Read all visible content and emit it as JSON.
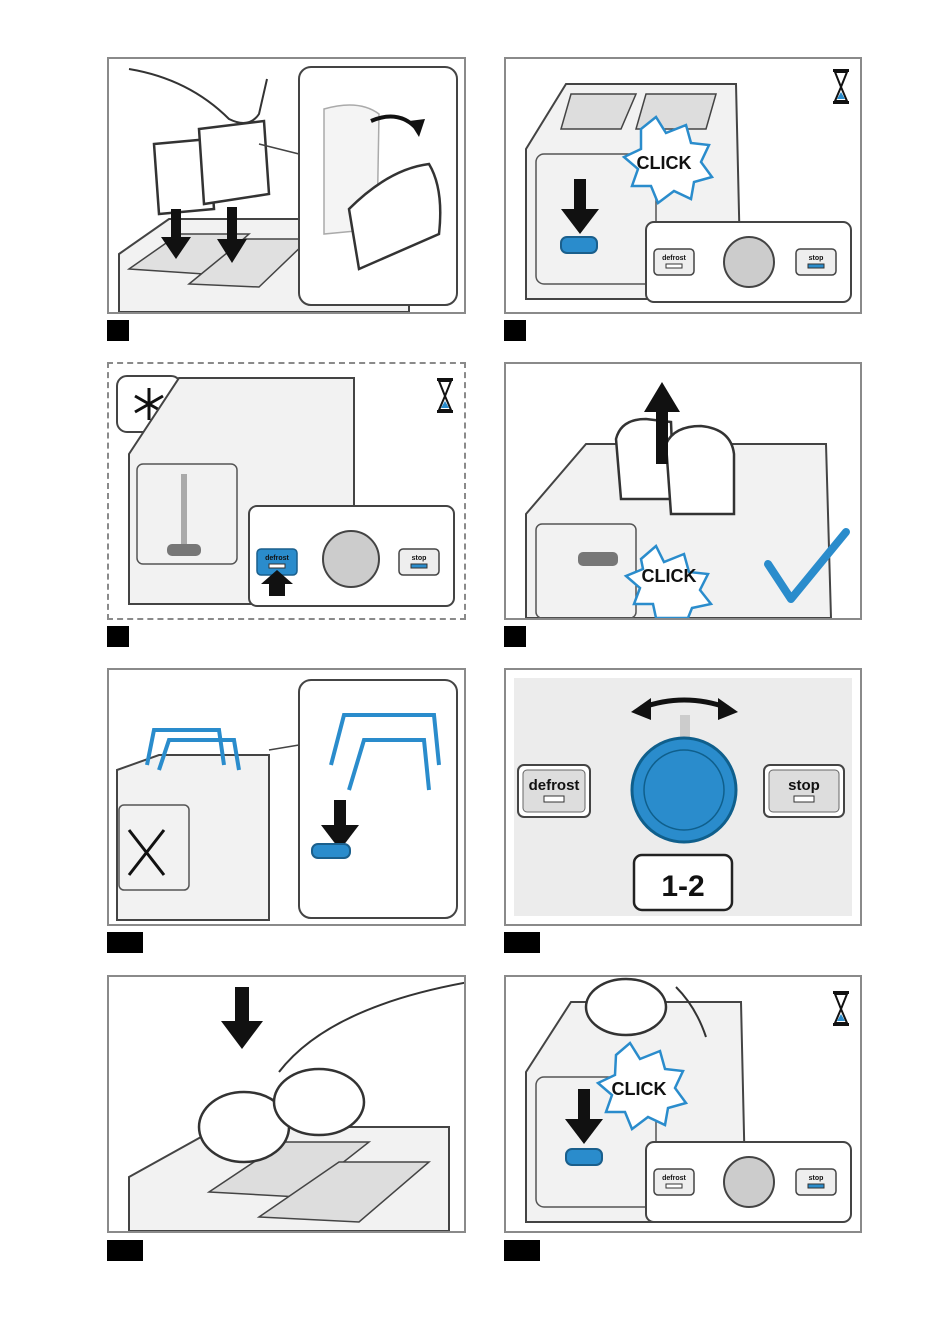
{
  "labels": {
    "click": "CLICK",
    "defrost": "defrost",
    "stop": "stop",
    "level": "1-2"
  },
  "colors": {
    "accent_blue": "#2a8ccc",
    "frame_gray": "#8a8a8a",
    "panel_gray": "#ececec",
    "number_box": "#000000"
  },
  "icons": {
    "timer": "hourglass-icon",
    "frozen": "snowflake-icon",
    "done": "checkmark-icon",
    "wrong": "cross-icon"
  }
}
